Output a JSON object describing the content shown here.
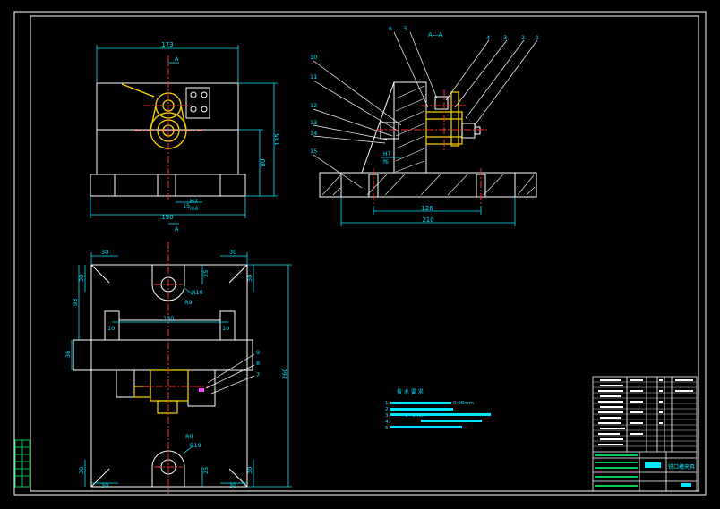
{
  "colors": {
    "background": "#000000",
    "outline": "#ffffff",
    "dimension": "#00e5ff",
    "centerline": "#ff2a2a",
    "part": "#ffd400",
    "hatch": "#ffffff",
    "titleblock_green": "#00c853"
  },
  "front_view": {
    "width": "173",
    "height_total": "135",
    "height_mid": "80",
    "base_width": "190",
    "base_inner": "15",
    "fit": "H7",
    "fit_sub": "m6",
    "section_label": "A"
  },
  "section_view": {
    "title": "A—A",
    "base_inner": "126",
    "base_total": "210",
    "fit": "H7",
    "fit_sub": "f6",
    "part_numbers": [
      "1",
      "2",
      "3",
      "4",
      "5",
      "6",
      "10",
      "11",
      "12",
      "13",
      "14",
      "15"
    ]
  },
  "top_view": {
    "slot_w_left": "30",
    "slot_w_right": "30",
    "slot_h_left": "30",
    "slot_h_right": "30",
    "slot_depth_top": "25",
    "slot_depth_bottom": "25",
    "r_top_big": "R19",
    "r_top_small": "R9",
    "r_bottom_small": "R9",
    "r_bottom_big": "R19",
    "dist_93": "93",
    "center_span": "130",
    "rib_left": "10",
    "rib_right": "10",
    "rail_h": "36",
    "overall_h": "260",
    "bot_w_left": "30",
    "bot_w_right": "30",
    "bot_h_left": "30",
    "bot_h_right": "30",
    "callouts": [
      "9",
      "8",
      "7"
    ]
  },
  "notes": {
    "heading": "技 术 要 求",
    "items": [
      "1.",
      "2.",
      "3.",
      "4.",
      "5."
    ],
    "value": "0.06mm",
    "value2": "1~3mm"
  },
  "title_block": {
    "name": "铣口槽夹具"
  }
}
